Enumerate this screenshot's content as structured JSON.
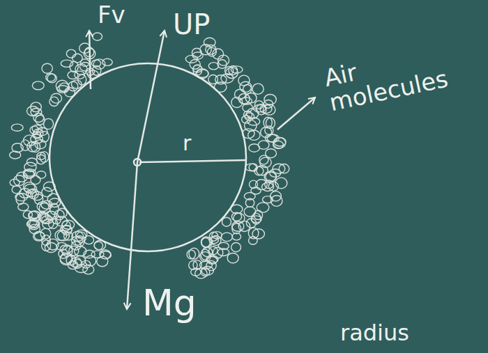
{
  "diagram": {
    "labels": [
      "Fv",
      "UP",
      "Mg",
      "r",
      "Air molecules",
      "radius"
    ]
  }
}
